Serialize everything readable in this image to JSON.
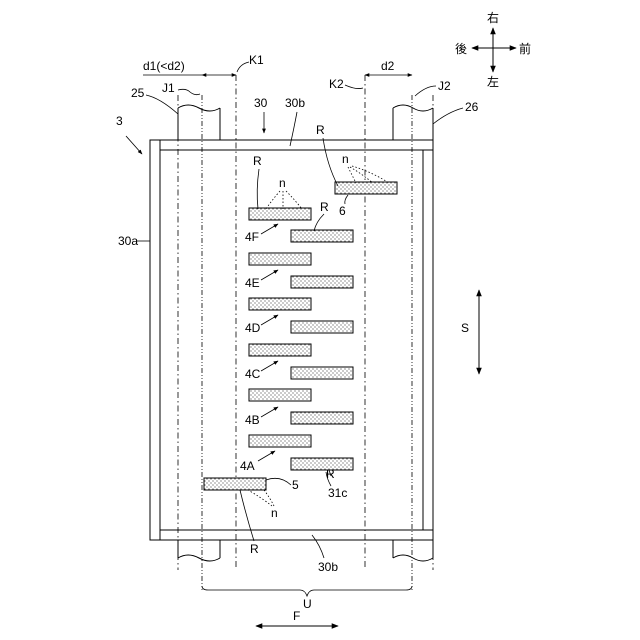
{
  "figure_ref": "3",
  "compass": {
    "up": "右",
    "down": "左",
    "left": "後",
    "right": "前"
  },
  "dimensions": {
    "d1": "d1(<d2)",
    "d2": "d2"
  },
  "labels": {
    "J1": "J1",
    "J2": "J2",
    "K1": "K1",
    "K2": "K2",
    "ref_25": "25",
    "ref_26": "26",
    "ref_30": "30",
    "ref_30a": "30a",
    "ref_30b_top": "30b",
    "ref_30b_bottom": "30b",
    "ref_31c": "31c",
    "ref_5": "5",
    "ref_6": "6",
    "ref_4A": "4A",
    "ref_4B": "4B",
    "ref_4C": "4C",
    "ref_4D": "4D",
    "ref_4E": "4E",
    "ref_4F": "4F",
    "R_top_right": "R",
    "R_top_left": "R",
    "R_upper_mid": "R",
    "R_right_mid": "R",
    "R_bottom": "R",
    "n_top_right": "n",
    "n_top_left": "n",
    "n_bottom": "n",
    "S": "S",
    "U": "U",
    "F": "F"
  },
  "icons": {
    "compass": "four-way-arrow-icon",
    "direction_S": "vertical-double-arrow-icon",
    "direction_F": "horizontal-double-arrow-icon"
  }
}
